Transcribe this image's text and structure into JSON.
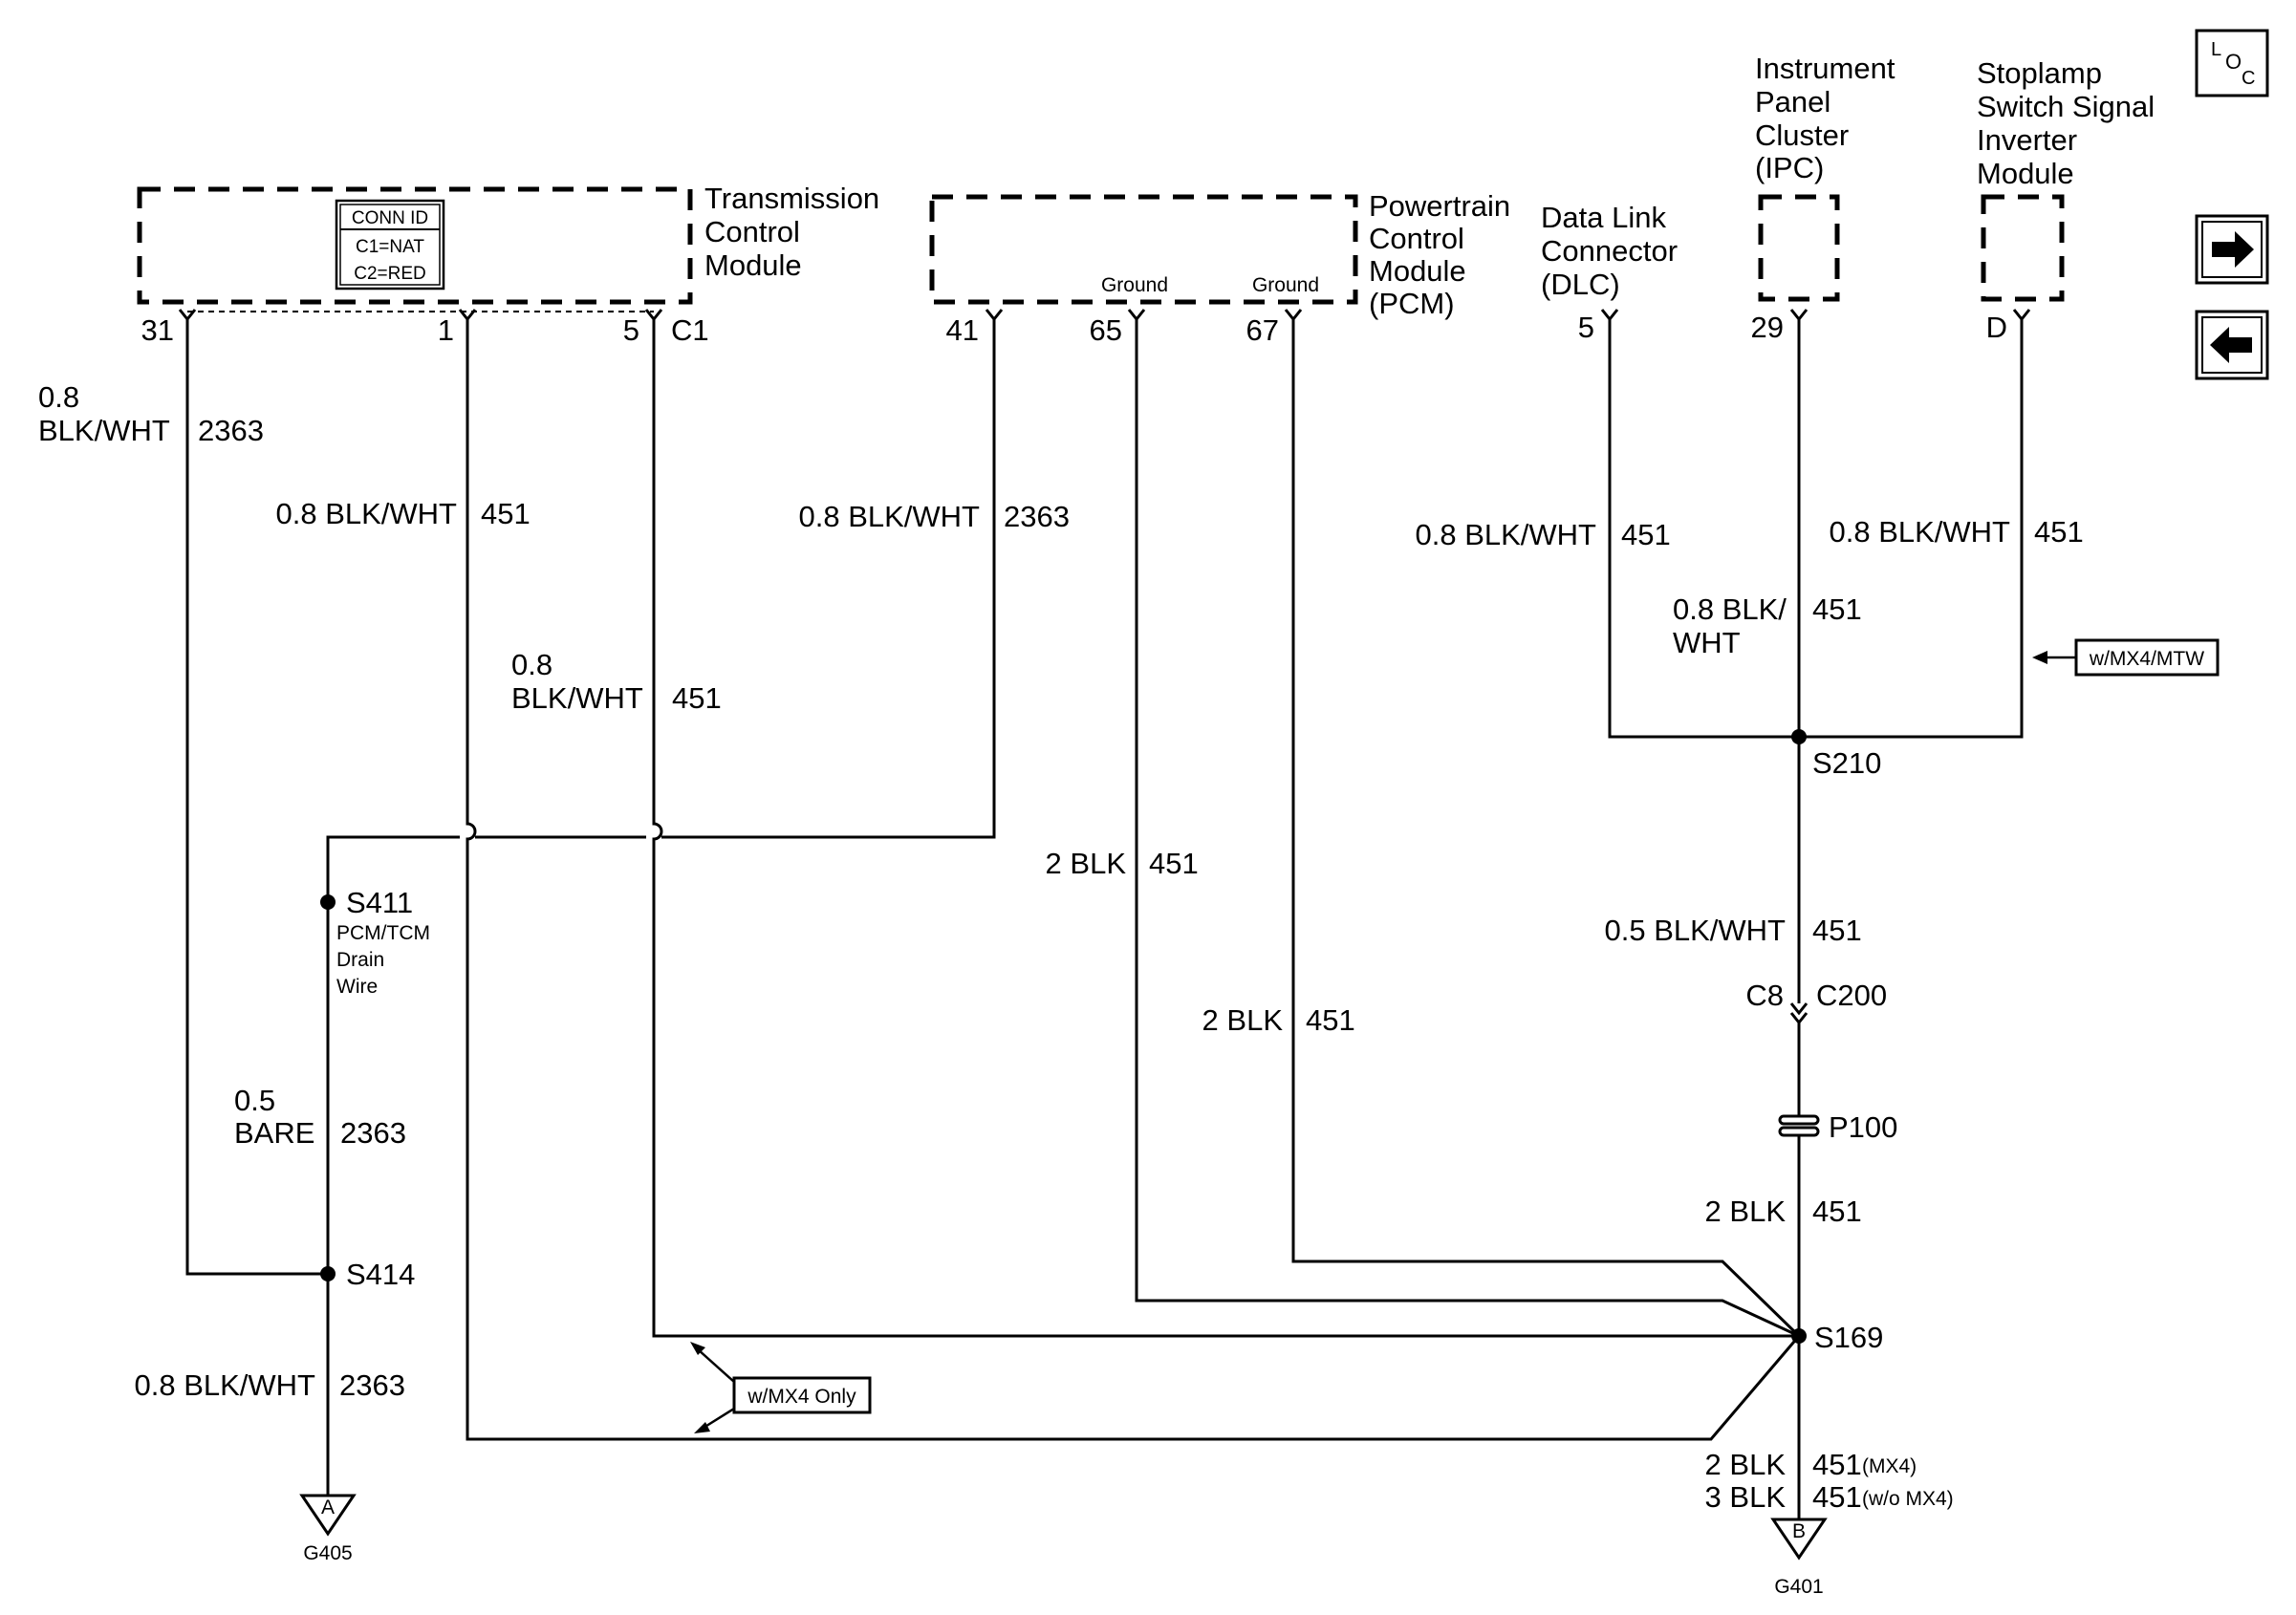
{
  "modules": {
    "tcm": {
      "name_lines": [
        "Transmission",
        "Control",
        "Module"
      ],
      "conn_id": [
        "CONN ID",
        "C1=NAT",
        "C2=RED"
      ],
      "connector": "C1"
    },
    "pcm": {
      "name_lines": [
        "Powertrain",
        "Control",
        "Module",
        "(PCM)"
      ],
      "ground_labels": [
        "Ground",
        "Ground"
      ]
    },
    "dlc": {
      "name_lines": [
        "Data Link",
        "Connector",
        "(DLC)"
      ]
    },
    "ipc": {
      "name_lines": [
        "Instrument",
        "Panel",
        "Cluster",
        "(IPC)"
      ]
    },
    "inverter": {
      "name_lines": [
        "Stoplamp",
        "Switch Signal",
        "Inverter",
        "Module"
      ]
    }
  },
  "pins": {
    "tcm_31": "31",
    "tcm_1": "1",
    "tcm_5": "5",
    "pcm_41": "41",
    "pcm_65": "65",
    "pcm_67": "67",
    "dlc_5": "5",
    "ipc_29": "29",
    "inv_d": "D"
  },
  "wires": {
    "w_tcm31": {
      "gauge_color_lines": [
        "0.8",
        "BLK/WHT"
      ],
      "circuit": "2363"
    },
    "w_tcm1": {
      "gauge_color": "0.8 BLK/WHT",
      "circuit": "451"
    },
    "w_tcm5": {
      "gauge_color_lines": [
        "0.8",
        "BLK/WHT"
      ],
      "circuit": "451"
    },
    "w_pcm41": {
      "gauge_color": "0.8 BLK/WHT",
      "circuit": "2363"
    },
    "w_pcm65": {
      "gauge_color": "2 BLK",
      "circuit": "451"
    },
    "w_pcm67": {
      "gauge_color": "2 BLK",
      "circuit": "451"
    },
    "w_dlc": {
      "gauge_color": "0.8 BLK/WHT",
      "circuit": "451"
    },
    "w_ipc": {
      "gauge_color_lines": [
        "0.8 BLK/",
        "WHT"
      ],
      "circuit": "451"
    },
    "w_inv": {
      "gauge_color": "0.8 BLK/WHT",
      "circuit": "451"
    },
    "w_s210": {
      "gauge_color": "0.5 BLK/WHT",
      "circuit": "451"
    },
    "w_p100": {
      "gauge_color": "2 BLK",
      "circuit": "451"
    },
    "w_drain": {
      "gauge_color_lines": [
        "0.5",
        "BARE"
      ],
      "circuit": "2363"
    },
    "w_g405": {
      "gauge_color": "0.8 BLK/WHT",
      "circuit": "2363"
    },
    "w_g401_a": {
      "gauge_color": "2 BLK",
      "circuit": "451",
      "option": "(MX4)"
    },
    "w_g401_b": {
      "gauge_color": "3 BLK",
      "circuit": "451",
      "option": "(w/o MX4)"
    }
  },
  "splices": {
    "s210": "S210",
    "s411": "S411",
    "s411_desc": [
      "PCM/TCM",
      "Drain",
      "Wire"
    ],
    "s414": "S414",
    "s169": "S169",
    "p100": "P100"
  },
  "connectors": {
    "c8": "C8",
    "c200": "C200"
  },
  "options": {
    "mx4_only": "w/MX4 Only",
    "mx4_mtw": "w/MX4/MTW"
  },
  "grounds": {
    "g405": {
      "letter": "A",
      "name": "G405"
    },
    "g401": {
      "letter": "B",
      "name": "G401"
    }
  },
  "nav": {
    "loc_icon": "loc-icon",
    "next_icon": "arrow-right-icon",
    "prev_icon": "arrow-left-icon"
  }
}
